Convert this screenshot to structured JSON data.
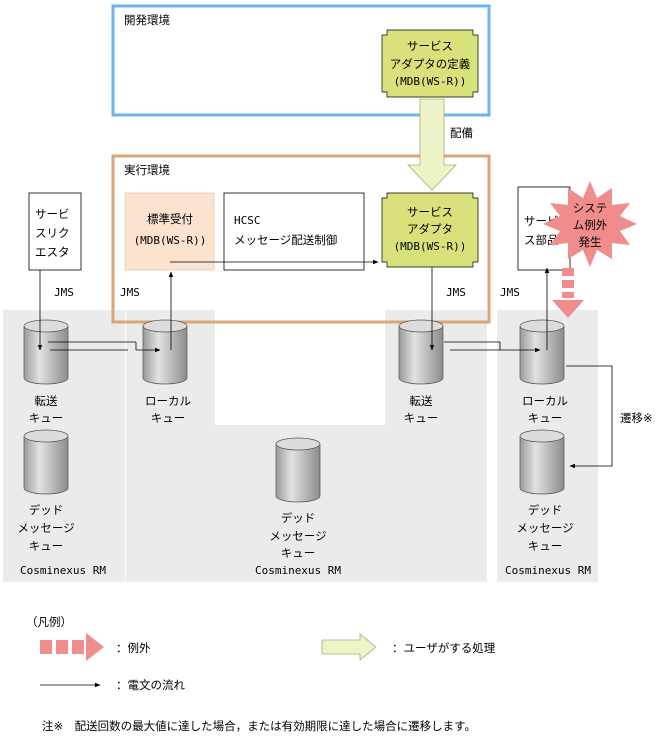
{
  "env": {
    "dev": "開発環境",
    "run": "実行環境",
    "deploy": "配備"
  },
  "dev_adapter": {
    "line1": "サービス",
    "line2": "アダプタの定義",
    "line3": "(MDB(WS-R))"
  },
  "run_adapter": {
    "line1": "サービス",
    "line2": "アダプタ",
    "line3": "(MDB(WS-R))"
  },
  "standard_reception": {
    "line1": "標準受付",
    "line2": "(MDB(WS-R))"
  },
  "hcsc": {
    "line1": "HCSC",
    "line2": "メッセージ配送制御"
  },
  "requester": {
    "line1": "サービ",
    "line2": "スリク",
    "line3": "エスタ"
  },
  "service_part": {
    "line1": "サービ",
    "line2": "ス部品"
  },
  "exception_burst": {
    "line1": "システ",
    "line2": "ム例外",
    "line3": "発生"
  },
  "jms": {
    "j1": "JMS",
    "j2": "JMS",
    "j3": "JMS",
    "j4": "JMS"
  },
  "queues": {
    "q1": {
      "line1": "転送",
      "line2": "キュー"
    },
    "q2": {
      "line1": "ローカル",
      "line2": "キュー"
    },
    "q3": {
      "line1": "転送",
      "line2": "キュー"
    },
    "q4": {
      "line1": "ローカル",
      "line2": "キュー"
    },
    "dead1": {
      "line1": "デッド",
      "line2": "メッセージ",
      "line3": "キュー"
    },
    "dead2": {
      "line1": "デッド",
      "line2": "メッセージ",
      "line3": "キュー"
    },
    "dead3": {
      "line1": "デッド",
      "line2": "メッセージ",
      "line3": "キュー"
    }
  },
  "rm": {
    "rm1": "Cosminexus RM",
    "rm2": "Cosminexus RM",
    "rm3": "Cosminexus RM"
  },
  "transition": "遷移※",
  "legend": {
    "title": "（凡例）",
    "exception": "：例外",
    "user_process": "：ユーザがする処理",
    "message_flow": "：電文の流れ"
  },
  "note": "注※　配送回数の最大値に達した場合，または有効期限に達した場合に遷移します。",
  "colors": {
    "dev_border": "#6db3f2",
    "run_border": "#d8a67a",
    "adapter_fill": "#d9e27a",
    "reception_fill": "#fbe3cf",
    "rm_area": "#ebebeb",
    "exception": "#f08c8c",
    "user_arrow": "#eef3c8"
  }
}
